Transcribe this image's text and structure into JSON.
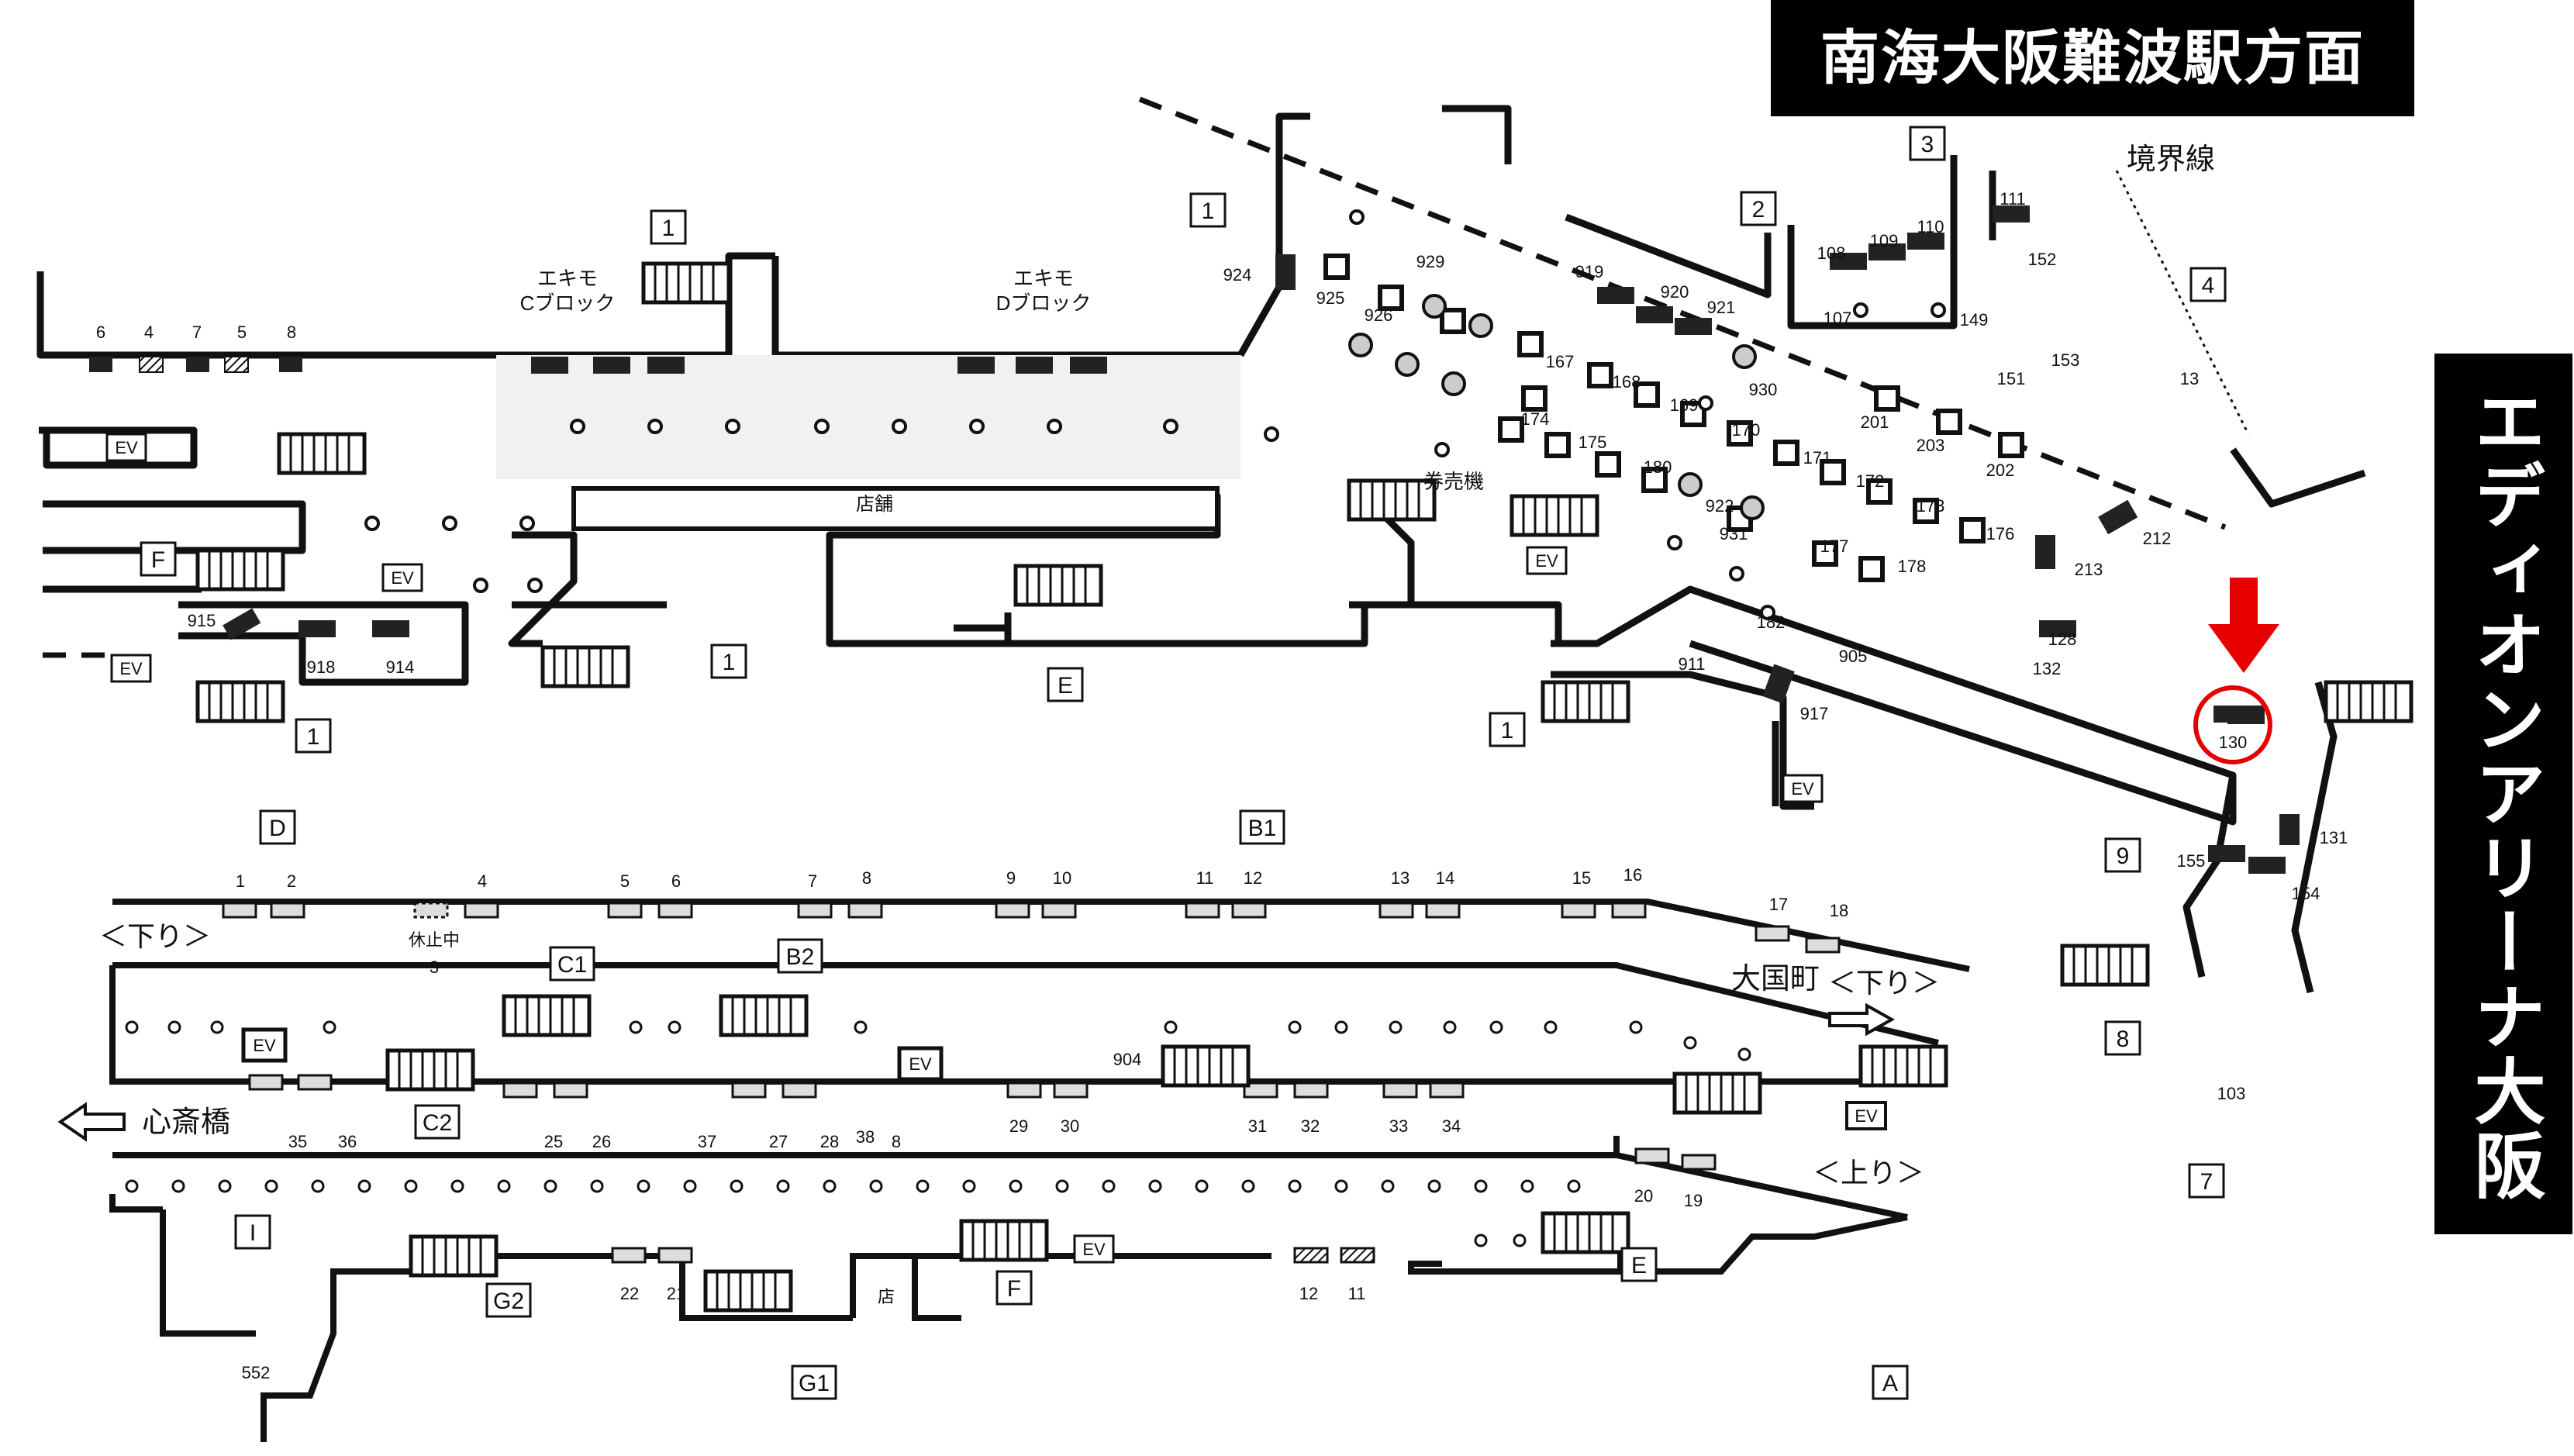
{
  "directions": {
    "north": "南海大阪難波駅方面",
    "east": "エディオンアリーナ大阪方面",
    "shinsaibashi": "心斎橋",
    "daikokucho": "大国町",
    "kudari": "＜下り＞",
    "kudari_right": "＜下り＞",
    "nobori": "＜上り＞",
    "boundary": "境界線"
  },
  "zones": {
    "ekimo_c": [
      "エキモ",
      "Cブロック"
    ],
    "ekimo_d": [
      "エキモ",
      "Dブロック"
    ],
    "shop": "店舗",
    "ticket": "券売機",
    "shop_small": "店",
    "paused": "休止中"
  },
  "exits": {
    "upper": [
      "1",
      "1",
      "2",
      "3",
      "4",
      "1",
      "1",
      "F",
      "1",
      "E",
      "D",
      "B1",
      "9",
      "8",
      "7"
    ],
    "lower": [
      "C1",
      "B2",
      "C2",
      "I",
      "G2",
      "G1",
      "F",
      "E",
      "A"
    ]
  },
  "ev_label": "EV",
  "highlight": {
    "label": "130",
    "color": "#e60000"
  },
  "upper_numbers": {
    "left": [
      "6",
      "4",
      "7",
      "5",
      "8"
    ],
    "misc": [
      "924",
      "929",
      "925",
      "926",
      "919",
      "920",
      "921",
      "107",
      "108",
      "109",
      "110",
      "111",
      "152",
      "149",
      "153",
      "151",
      "13",
      "930",
      "201",
      "203",
      "202",
      "167",
      "168",
      "169",
      "170",
      "171",
      "172",
      "173",
      "176",
      "174",
      "175",
      "180",
      "922",
      "931",
      "177",
      "178",
      "182",
      "911",
      "905",
      "917",
      "915",
      "918",
      "914",
      "128",
      "132",
      "213",
      "212",
      "155",
      "154",
      "131",
      "103"
    ]
  },
  "lower_numbers": {
    "top": [
      "1",
      "2",
      "4",
      "5",
      "6",
      "7",
      "8",
      "9",
      "10",
      "11",
      "12",
      "13",
      "14",
      "15",
      "16",
      "17",
      "18"
    ],
    "paused_no": "3",
    "mid": [
      "904",
      "29",
      "30",
      "31",
      "32",
      "33",
      "34"
    ],
    "bottom": [
      "35",
      "36",
      "25",
      "26",
      "37",
      "27",
      "28",
      "38",
      "8",
      "20",
      "19"
    ],
    "floor": [
      "22",
      "21",
      "12",
      "11",
      "552"
    ]
  },
  "colors": {
    "ink": "#111111",
    "shade": "#f1f1f1",
    "alert": "#e60000"
  }
}
